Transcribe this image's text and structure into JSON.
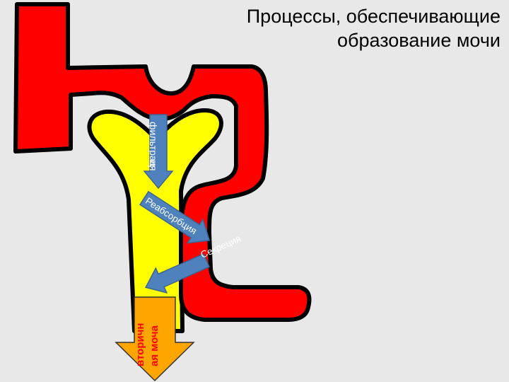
{
  "title": {
    "line1": "Процессы, обеспечивающие",
    "line2": "образование мочи"
  },
  "arrows": {
    "filtration": {
      "line1": "фильтрац",
      "line2": "ия"
    },
    "reabsorption": "Реабсорбция",
    "secretion": "Секреция",
    "urine": {
      "line1": "вторичн",
      "line2": "ая моча"
    }
  },
  "colors": {
    "background": "#e8e8e8",
    "vessel": "#ff0000",
    "tubule": "#ffff00",
    "process_arrow": "#4f81bd",
    "urine_arrow": "#ffa500",
    "urine_text": "#ff0000"
  }
}
